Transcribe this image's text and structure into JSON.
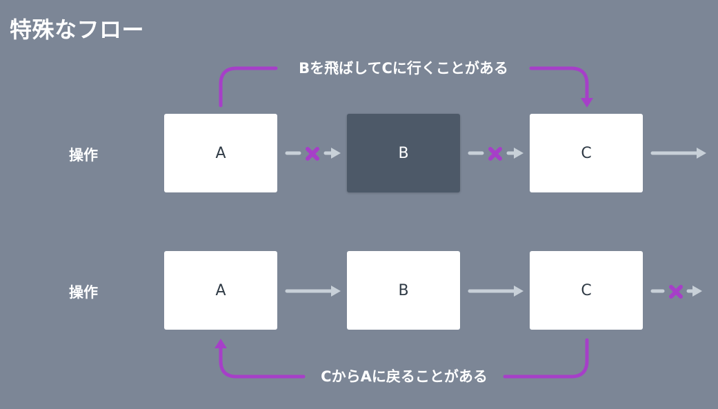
{
  "title": "特殊なフロー",
  "colors": {
    "background": "#7c8696",
    "box": "#ffffff",
    "skipped_box": "#4d5968",
    "flow_arrow": "#c8d0d8",
    "special_flow": "#a63fc8"
  },
  "rows": [
    {
      "label": "操作",
      "boxes": [
        {
          "text": "A",
          "state": "normal"
        },
        {
          "text": "B",
          "state": "skipped"
        },
        {
          "text": "C",
          "state": "normal"
        }
      ],
      "connectors": [
        "blocked",
        "blocked",
        "normal"
      ],
      "note": "Bを飛ばしてCに行くことがある"
    },
    {
      "label": "操作",
      "boxes": [
        {
          "text": "A",
          "state": "normal"
        },
        {
          "text": "B",
          "state": "normal"
        },
        {
          "text": "C",
          "state": "normal"
        }
      ],
      "connectors": [
        "normal",
        "normal",
        "blocked"
      ],
      "note": "CからAに戻ることがある"
    }
  ]
}
